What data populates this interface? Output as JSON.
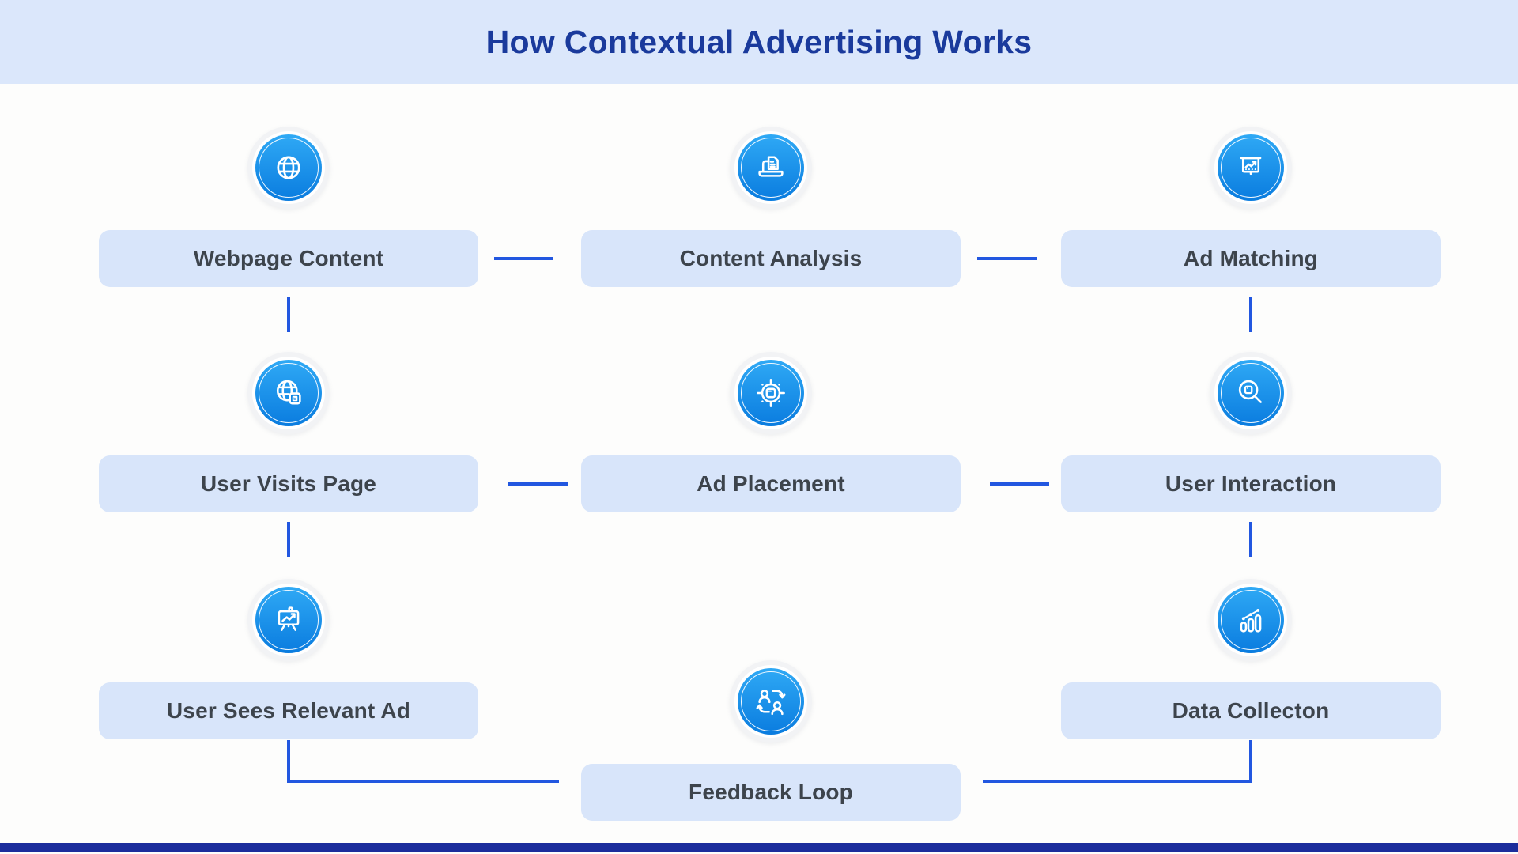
{
  "title": "How Contextual Advertising Works",
  "colors": {
    "header_bg": "#dbe7fb",
    "title_text": "#1a3a9c",
    "canvas_bg": "#fdfdfc",
    "box_bg": "#d8e5fa",
    "box_text": "#3d444c",
    "arrow": "#2257e0",
    "icon_gradient_top": "#2fa9f5",
    "icon_gradient_bottom": "#0a7cdf",
    "icon_halo": "#f2f3f5",
    "footer_bar": "#1c2d9c"
  },
  "nodes": [
    {
      "id": "webpage-content",
      "label": "Webpage Content",
      "icon": "globe-icon"
    },
    {
      "id": "content-analysis",
      "label": "Content Analysis",
      "icon": "laptop-document-icon"
    },
    {
      "id": "ad-matching",
      "label": "Ad Matching",
      "icon": "presentation-chart-icon"
    },
    {
      "id": "user-visits-page",
      "label": "User Visits Page",
      "icon": "globe-package-icon"
    },
    {
      "id": "ad-placement",
      "label": "Ad Placement",
      "icon": "target-ad-icon"
    },
    {
      "id": "user-interaction",
      "label": "User Interaction",
      "icon": "magnifier-ad-icon"
    },
    {
      "id": "user-sees-relevant-ad",
      "label": "User Sees Relevant Ad",
      "icon": "easel-chart-icon"
    },
    {
      "id": "feedback-loop",
      "label": "Feedback Loop",
      "icon": "people-exchange-icon"
    },
    {
      "id": "data-collection",
      "label": "Data Collecton",
      "icon": "bar-chart-trend-icon"
    }
  ],
  "edges": [
    {
      "from": "Webpage Content",
      "to": "Content Analysis"
    },
    {
      "from": "Content Analysis",
      "to": "Ad Matching"
    },
    {
      "from": "Webpage Content",
      "to": "User Visits Page"
    },
    {
      "from": "Ad Matching",
      "to": "User Interaction"
    },
    {
      "from": "User Interaction",
      "to": "Ad Placement"
    },
    {
      "from": "Ad Placement",
      "to": "User Visits Page"
    },
    {
      "from": "User Visits Page",
      "to": "User Sees Relevant Ad"
    },
    {
      "from": "User Interaction",
      "to": "Data Collecton"
    },
    {
      "from": "User Sees Relevant Ad",
      "to": "Feedback Loop"
    },
    {
      "from": "Data Collecton",
      "to": "Feedback Loop"
    }
  ]
}
